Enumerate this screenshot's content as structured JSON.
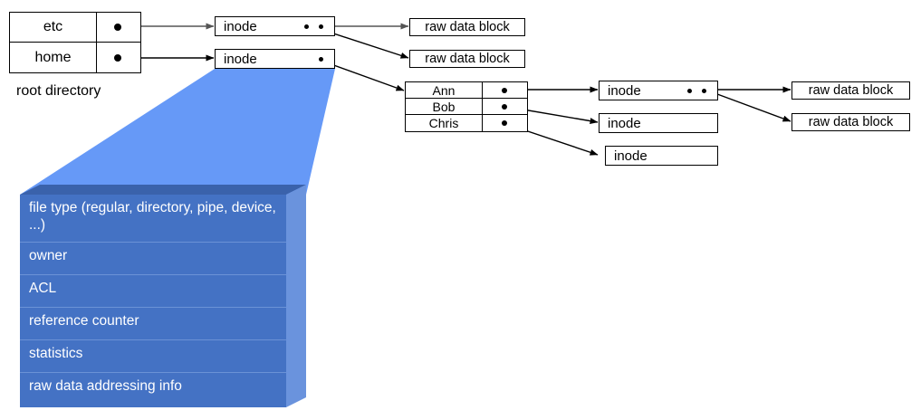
{
  "diagram": {
    "title": "unix-inode-filesystem-structure",
    "colors": {
      "panel_front": "#4472c4",
      "panel_side": "#6a93dd",
      "panel_top": "#3a62ab",
      "wedge": "#6699f7",
      "outline": "#000000",
      "panel_text": "#ffffff"
    }
  },
  "root_directory": {
    "caption": "root directory",
    "entries": [
      {
        "name": "etc",
        "pointer": "pointer-dot"
      },
      {
        "name": "home",
        "pointer": "pointer-dot"
      }
    ]
  },
  "home_directory": {
    "entries": [
      {
        "name": "Ann",
        "pointer": "pointer-dot"
      },
      {
        "name": "Bob",
        "pointer": "pointer-dot"
      },
      {
        "name": "Chris",
        "pointer": "pointer-dot"
      }
    ]
  },
  "inodes": {
    "label": "inode",
    "etc_inode": {
      "label": "inode",
      "pointer_count": 2
    },
    "home_inode": {
      "label": "inode",
      "pointer_count": 1
    },
    "ann_inode": {
      "label": "inode",
      "pointer_count": 2
    },
    "bob_inode": {
      "label": "inode",
      "pointer_count": 0
    },
    "chris_inode": {
      "label": "inode",
      "pointer_count": 0
    }
  },
  "raw_blocks": {
    "label": "raw data block",
    "etc_block_1": "raw data block",
    "etc_block_2": "raw data block",
    "ann_block_1": "raw data block",
    "ann_block_2": "raw data block"
  },
  "inode_panel": {
    "rows": [
      "file type (regular, directory, pipe, device, ...)",
      "owner",
      "ACL",
      "reference counter",
      "statistics",
      "raw data addressing info"
    ]
  }
}
